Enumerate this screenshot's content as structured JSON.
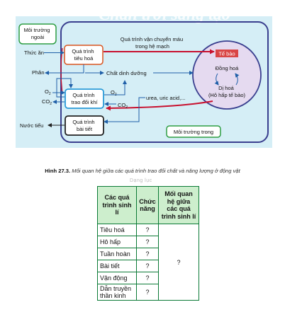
{
  "watermark": "Chân trời sáng tạo",
  "diagram": {
    "external_env": "Môi trường ngoài",
    "internal_env": "Môi trường trong",
    "thuc_an": "Thức ăn",
    "phan": "Phân",
    "o2": "O2",
    "co2": "CO2",
    "o2_right": "O2",
    "co2_right": "CO2",
    "nuoc_tieu": "Nước tiểu",
    "digestion": [
      "Quá trình",
      "tiêu hoá"
    ],
    "gas_exchange": [
      "Quá trình",
      "trao đổi khí"
    ],
    "excretion": [
      "Quá trình",
      "bài tiết"
    ],
    "transport": [
      "Quá trình vận chuyển máu",
      "trong hệ mạch"
    ],
    "nutrients": "Chất dinh dưỡng",
    "waste": "urea, uric acid,...",
    "cell": "Tế bào",
    "assimilation": "Đồng hoá",
    "dissimilation": [
      "Dị hoá",
      "(Hô hấp tế bào)"
    ]
  },
  "caption": {
    "label": "Hình 27.3.",
    "text": "Mối quan hệ giữa các quá trình trao đổi chất và năng lượng ở động vật"
  },
  "faint_text": "Dạng lục",
  "table": {
    "headers": [
      "Các quá trình sinh lí",
      "Chức năng",
      "Mối quan hệ giữa các quá trình sinh lí"
    ],
    "rows": [
      {
        "name": "Tiêu hoá",
        "func": "?"
      },
      {
        "name": "Hô hấp",
        "func": "?"
      },
      {
        "name": "Tuần hoàn",
        "func": "?"
      },
      {
        "name": "Bài tiết",
        "func": "?"
      },
      {
        "name": "Vận động",
        "func": "?"
      },
      {
        "name": "Dẫn truyền thần kinh",
        "func": "?"
      }
    ],
    "relation": "?"
  },
  "colors": {
    "panel": "#d5eef6",
    "outer_border": "#3a3f8f",
    "digestion_border": "#d9541f",
    "gas_border": "#2a9bd8",
    "excretion_border": "#222222",
    "env_border": "#2e9e44",
    "red_arrow": "#c8102e",
    "blue_arrow": "#1f5fa8",
    "cell_fill": "#e5daf0",
    "cell_label_fill": "#d94545",
    "table_head": "#cdeecd",
    "table_border": "#0b7a36"
  }
}
